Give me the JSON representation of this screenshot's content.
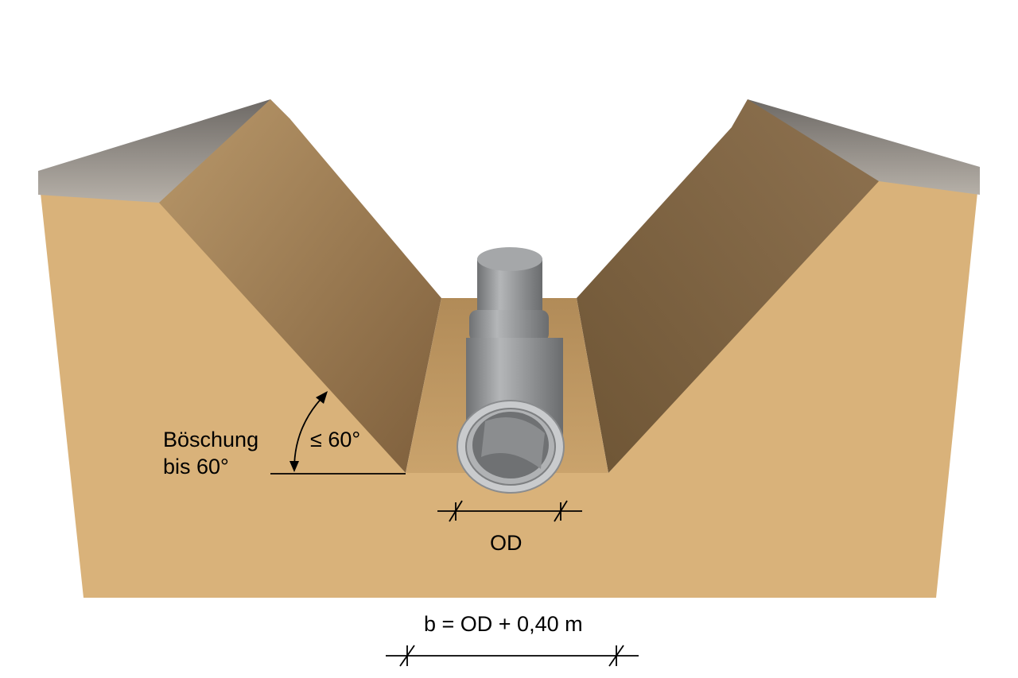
{
  "labels": {
    "slope_line1": "Böschung",
    "slope_line2": "bis 60°",
    "angle": "≤ 60°",
    "od": "OD",
    "trench_width": "b = OD + 0,40 m"
  },
  "colors": {
    "soil": "#d9b27a",
    "soil_dark": "#a07a4c",
    "gravel": "#8a8580",
    "pipe": "#9a9c9e"
  }
}
